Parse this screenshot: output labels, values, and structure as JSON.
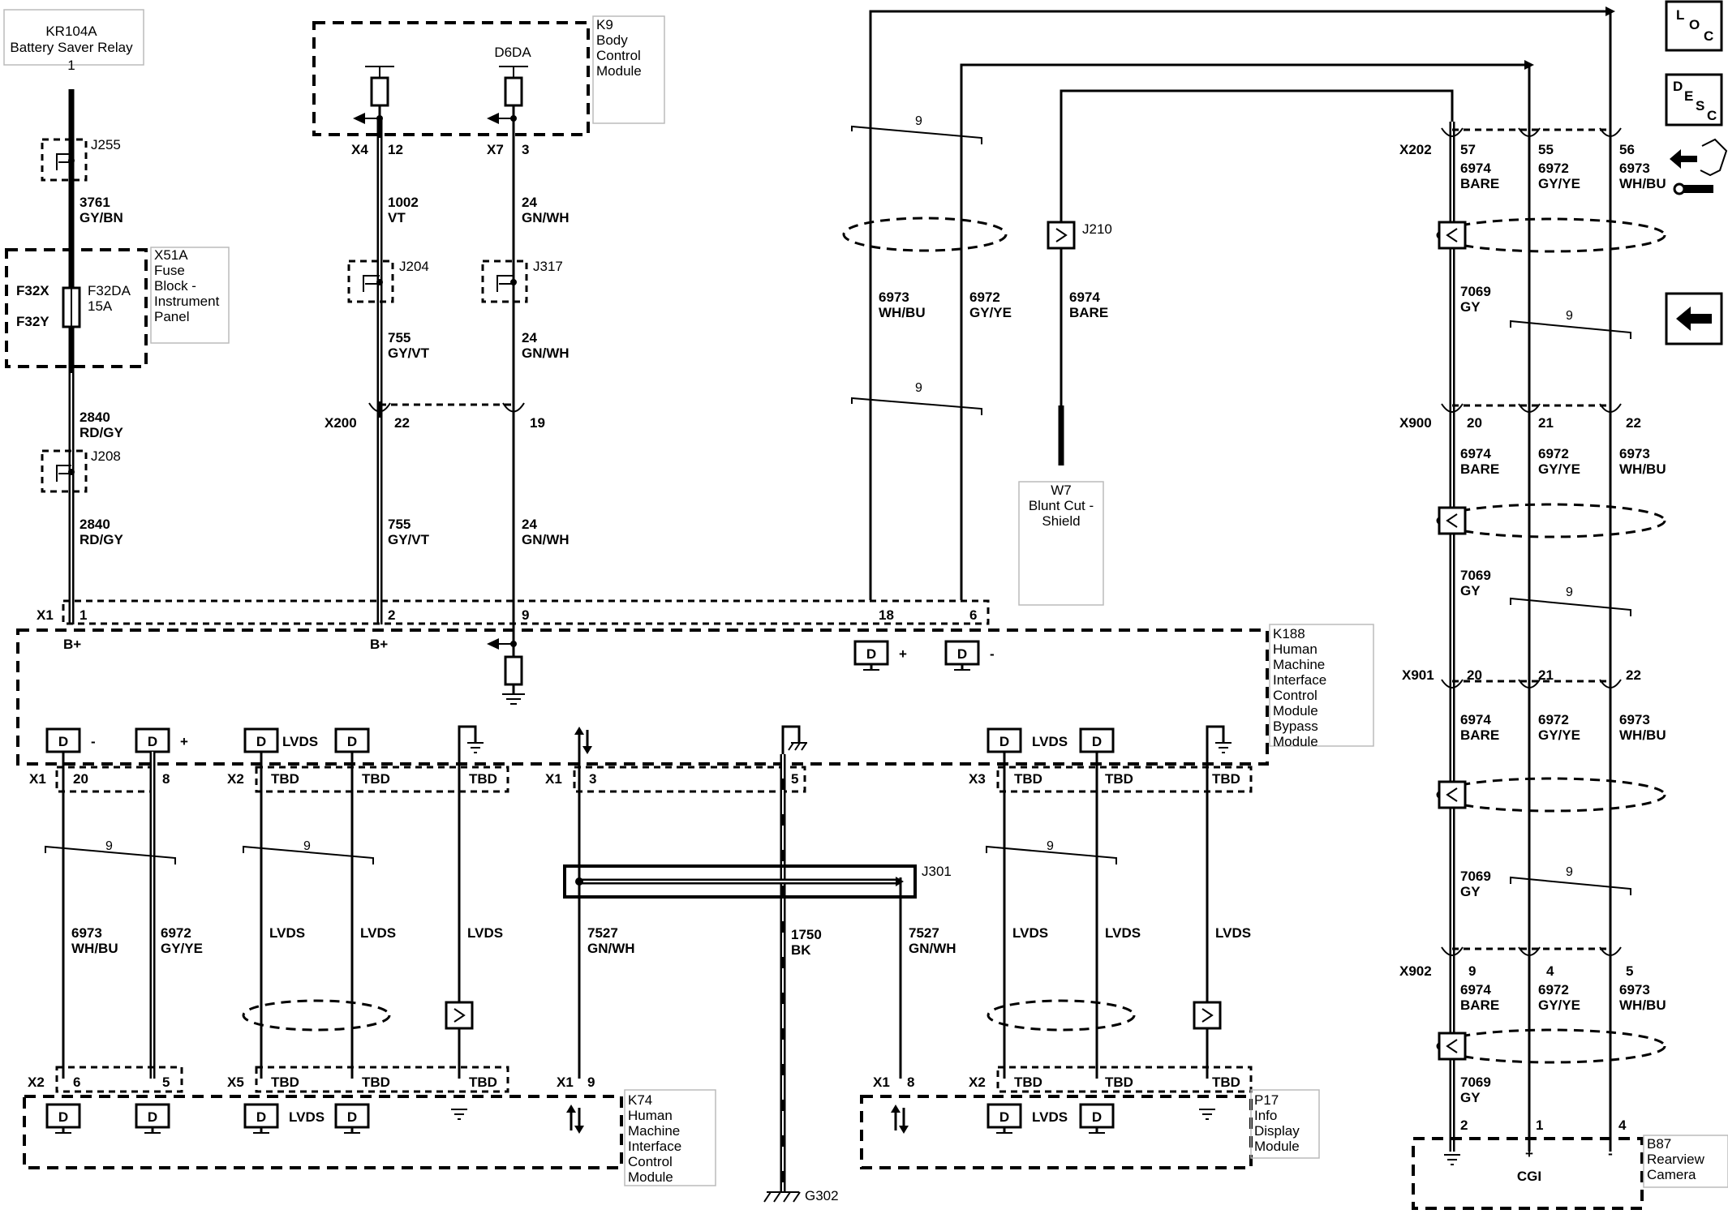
{
  "components": {
    "kr104a": {
      "id": "KR104A",
      "name": "Battery Saver Relay",
      "pin": "1"
    },
    "k9": {
      "id": "K9",
      "lines": [
        "Body",
        "Control",
        "Module"
      ],
      "sub": "D6DA"
    },
    "x51a": {
      "id": "X51A",
      "lines": [
        "Fuse",
        "Block -",
        "Instrument",
        "Panel"
      ],
      "fuse": "F32DA",
      "rating": "15A",
      "in": "F32X",
      "out": "F32Y"
    },
    "k188": {
      "id": "K188",
      "lines": [
        "Human",
        "Machine",
        "Interface",
        "Control",
        "Module",
        "Bypass",
        "Module"
      ]
    },
    "k74": {
      "id": "K74",
      "lines": [
        "Human",
        "Machine",
        "Interface",
        "Control",
        "Module"
      ]
    },
    "p17": {
      "id": "P17",
      "lines": [
        "Info",
        "Display",
        "Module"
      ]
    },
    "b87": {
      "id": "B87",
      "lines": [
        "Rearview",
        "Camera"
      ],
      "inner": "CGI"
    },
    "w7": {
      "id": "W7",
      "lines": [
        "Blunt Cut -",
        "Shield"
      ]
    }
  },
  "splices": {
    "j255": "J255",
    "j204": "J204",
    "j317": "J317",
    "j208": "J208",
    "j210": "J210",
    "j301": "J301",
    "g302": "G302"
  },
  "connectors": {
    "x4": "X4",
    "x7": "X7",
    "x200": "X200",
    "x1": "X1",
    "x2": "X2",
    "x3": "X3",
    "x5": "X5",
    "x202": "X202",
    "x900": "X900",
    "x901": "X901",
    "x902": "X902"
  },
  "pins": {
    "x4": "12",
    "x7": "3",
    "x200a": "22",
    "x200b": "19",
    "k188_top": [
      "1",
      "2",
      "9",
      "18",
      "6"
    ],
    "k188_x1a": "20",
    "k188_x1b": "8",
    "k188_x1c": "3",
    "k188_x1d": "5",
    "tbd": "TBD",
    "k74_x2a": "6",
    "k74_x2b": "5",
    "k74_x1": "9",
    "p17_x1": "8",
    "x202": [
      "57",
      "55",
      "56"
    ],
    "x900": [
      "20",
      "21",
      "22"
    ],
    "x901": [
      "20",
      "21",
      "22"
    ],
    "x902": [
      "9",
      "4",
      "5"
    ],
    "b87": [
      "2",
      "1",
      "4"
    ]
  },
  "wires": {
    "w3761": [
      "3761",
      "GY/BN"
    ],
    "w2840": [
      "2840",
      "RD/GY"
    ],
    "w1002": [
      "1002",
      "VT"
    ],
    "w755": [
      "755",
      "GY/VT"
    ],
    "w24": [
      "24",
      "GN/WH"
    ],
    "w6973": [
      "6973",
      "WH/BU"
    ],
    "w6972": [
      "6972",
      "GY/YE"
    ],
    "w6974": [
      "6974",
      "BARE"
    ],
    "w7069": [
      "7069",
      "GY"
    ],
    "w7527": [
      "7527",
      "GN/WH"
    ],
    "w1750": [
      "1750",
      "BK"
    ],
    "lvds": "LVDS",
    "twist": "9"
  },
  "symbols": {
    "bplus": "B+",
    "plus": "+",
    "minus": "-",
    "d": "D",
    "lvds": "LVDS"
  },
  "nav": {
    "loc": [
      "L",
      "O",
      "C"
    ],
    "desc": [
      "D",
      "E",
      "S",
      "C"
    ]
  }
}
